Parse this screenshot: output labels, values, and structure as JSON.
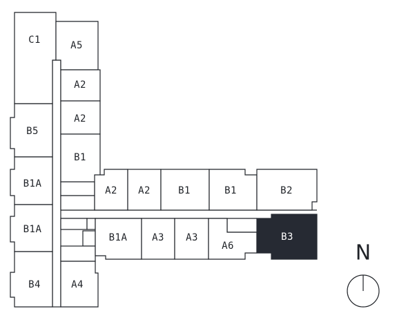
{
  "colors": {
    "line": "#1f2227",
    "selected_fill": "#262a33",
    "selected_text": "#ffffff",
    "background": "#ffffff"
  },
  "selected_unit": "B3",
  "units": [
    {
      "id": "u1",
      "label": "C1",
      "selected": false
    },
    {
      "id": "u2",
      "label": "A5",
      "selected": false
    },
    {
      "id": "u3",
      "label": "A2",
      "selected": false
    },
    {
      "id": "u4",
      "label": "A2",
      "selected": false
    },
    {
      "id": "u5",
      "label": "B5",
      "selected": false
    },
    {
      "id": "u6",
      "label": "B1",
      "selected": false
    },
    {
      "id": "u7",
      "label": "B1A",
      "selected": false
    },
    {
      "id": "u8",
      "label": "A2",
      "selected": false
    },
    {
      "id": "u9",
      "label": "A2",
      "selected": false
    },
    {
      "id": "u10",
      "label": "B1",
      "selected": false
    },
    {
      "id": "u11",
      "label": "B1",
      "selected": false
    },
    {
      "id": "u12",
      "label": "B2",
      "selected": false
    },
    {
      "id": "u13",
      "label": "B1A",
      "selected": false
    },
    {
      "id": "u14",
      "label": "B1A",
      "selected": false
    },
    {
      "id": "u15",
      "label": "A3",
      "selected": false
    },
    {
      "id": "u16",
      "label": "A3",
      "selected": false
    },
    {
      "id": "u17",
      "label": "A6",
      "selected": false
    },
    {
      "id": "u18",
      "label": "B3",
      "selected": true
    },
    {
      "id": "u19",
      "label": "B4",
      "selected": false
    },
    {
      "id": "u20",
      "label": "A4",
      "selected": false
    }
  ],
  "compass": {
    "letter": "N",
    "icon": "north-compass-icon"
  }
}
